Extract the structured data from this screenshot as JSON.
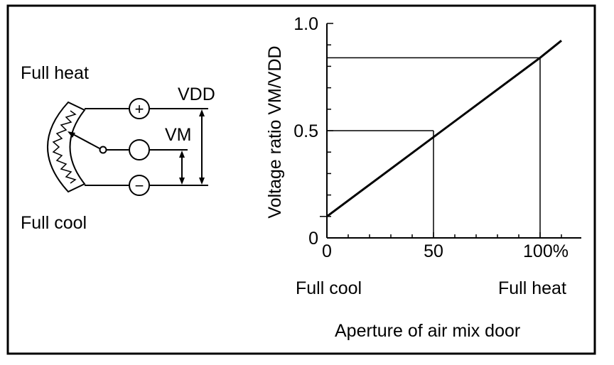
{
  "diagram": {
    "left_top_label": "Full heat",
    "left_bottom_label": "Full cool",
    "vdd_label": "VDD",
    "vm_label": "VM",
    "plus_symbol": "+",
    "minus_symbol": "−"
  },
  "chart_data": {
    "type": "line",
    "xlabel": "Aperture of  air mix door",
    "ylabel": "Voltage ratio VM/VDD",
    "xlim": [
      0,
      100
    ],
    "ylim": [
      0,
      1.0
    ],
    "x_ticks": [
      "0",
      "50",
      "100%"
    ],
    "y_ticks": [
      "0",
      "0.5",
      "1.0"
    ],
    "x_endpoint_labels": [
      "Full cool",
      "Full heat"
    ],
    "series": [
      {
        "x": [
          0,
          100,
          110
        ],
        "y": [
          0.1,
          0.84,
          0.92
        ]
      }
    ],
    "reference_lines": [
      {
        "x": 50,
        "y": 0.5
      },
      {
        "x": 100,
        "y": 0.84
      }
    ],
    "line_color": "#000000"
  }
}
